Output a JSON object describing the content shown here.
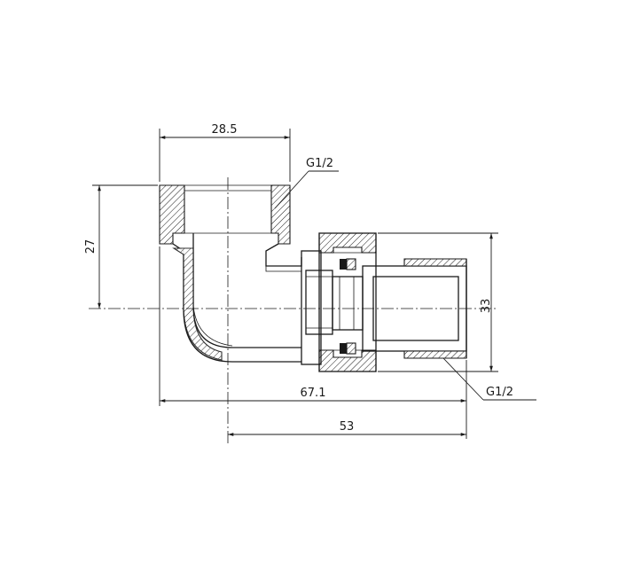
{
  "dimensions": {
    "top_width": "28.5",
    "height_left": "27",
    "height_right": "33",
    "overall_length": "67.1",
    "lower_length": "53"
  },
  "threads": {
    "top": "G1/2",
    "right": "G1/2"
  }
}
